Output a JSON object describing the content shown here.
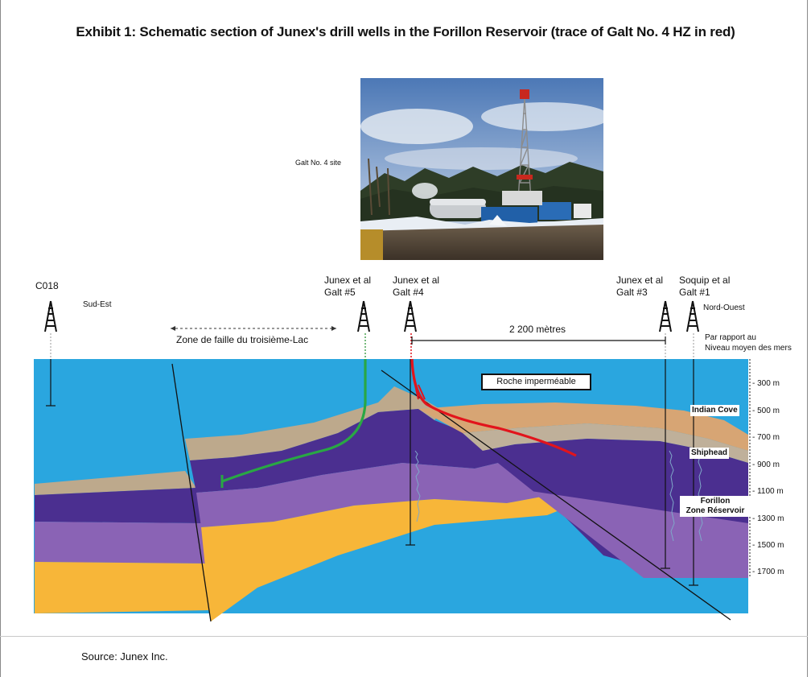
{
  "title": "Exhibit 1: Schematic section of Junex's drill wells in the Forillon Reservoir  (trace of Galt No. 4 HZ in red)",
  "photo": {
    "caption": "Galt No. 4 site"
  },
  "wells": {
    "c018": "C018",
    "galt5": [
      "Junex et al",
      "Galt #5"
    ],
    "galt4": [
      "Junex et al",
      "Galt #4"
    ],
    "galt3": [
      "Junex et al",
      "Galt #3"
    ],
    "soquip": [
      "Soquip et al",
      "Galt #1"
    ]
  },
  "labels": {
    "sud_est": "Sud-Est",
    "nord_ouest": "Nord-Ouest",
    "datum": [
      "Par rapport au",
      "Niveau moyen des mers"
    ],
    "fault_zone": "Zone de faille du troisième-Lac",
    "distance": "2 200 mètres",
    "impermeable": "Roche imperméable"
  },
  "depth_ticks": [
    "- 300 m",
    "- 500 m",
    "- 700 m",
    "- 900 m",
    "- 1100 m",
    "- 1300 m",
    "- 1500 m",
    "- 1700 m"
  ],
  "formations": {
    "indian_cove": "Indian Cove",
    "shiphead": "Shiphead",
    "forillon": [
      "Forillon",
      "Zone Réservoir"
    ]
  },
  "colors": {
    "sky": "#2aa6df",
    "tan": "#bda98c",
    "indigo": "#4b2f90",
    "violet": "#8a63b5",
    "ochre": "#f7b639",
    "galt4_trace": "#e2141c",
    "galt5_trace": "#29a744"
  },
  "source": "Source: Junex Inc."
}
